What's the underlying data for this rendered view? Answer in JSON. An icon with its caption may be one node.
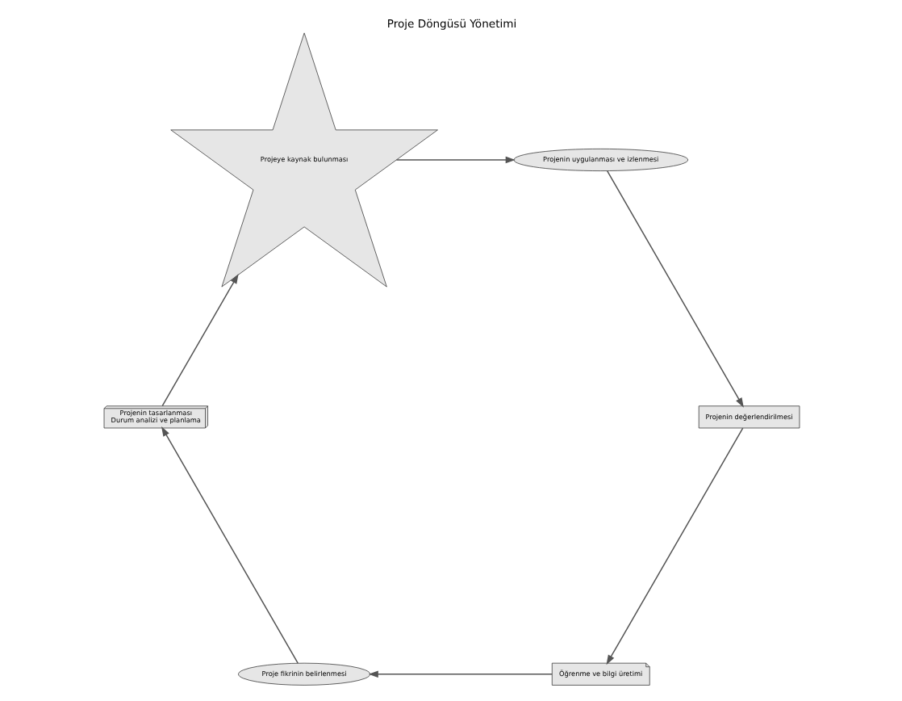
{
  "diagram": {
    "title": "Proje Döngüsü Yönetimi",
    "nodes": [
      {
        "text": [
          "Öğrenme ve bilgi üretimi"
        ]
      },
      {
        "text": [
          "Proje fikrinin belirlenmesi"
        ]
      },
      {
        "text": [
          "Projenin tasarlanması",
          "Durum analizi ve planlama"
        ]
      },
      {
        "text": [
          "Projeye kaynak bulunması"
        ]
      },
      {
        "text": [
          "Projenin uygulanması ve izlenmesi"
        ]
      },
      {
        "text": [
          "Projenin değerlendirilmesi"
        ]
      }
    ],
    "edges": [
      {
        "from": 0,
        "to": 1,
        "arrow": "to"
      },
      {
        "from": 1,
        "to": 2,
        "arrow": "to"
      },
      {
        "from": 2,
        "to": 3,
        "arrow": "to"
      },
      {
        "from": 3,
        "to": 4,
        "arrow": "to"
      },
      {
        "from": 4,
        "to": 5,
        "arrow": "to"
      },
      {
        "from": 5,
        "to": 0,
        "arrow": "to"
      }
    ]
  }
}
